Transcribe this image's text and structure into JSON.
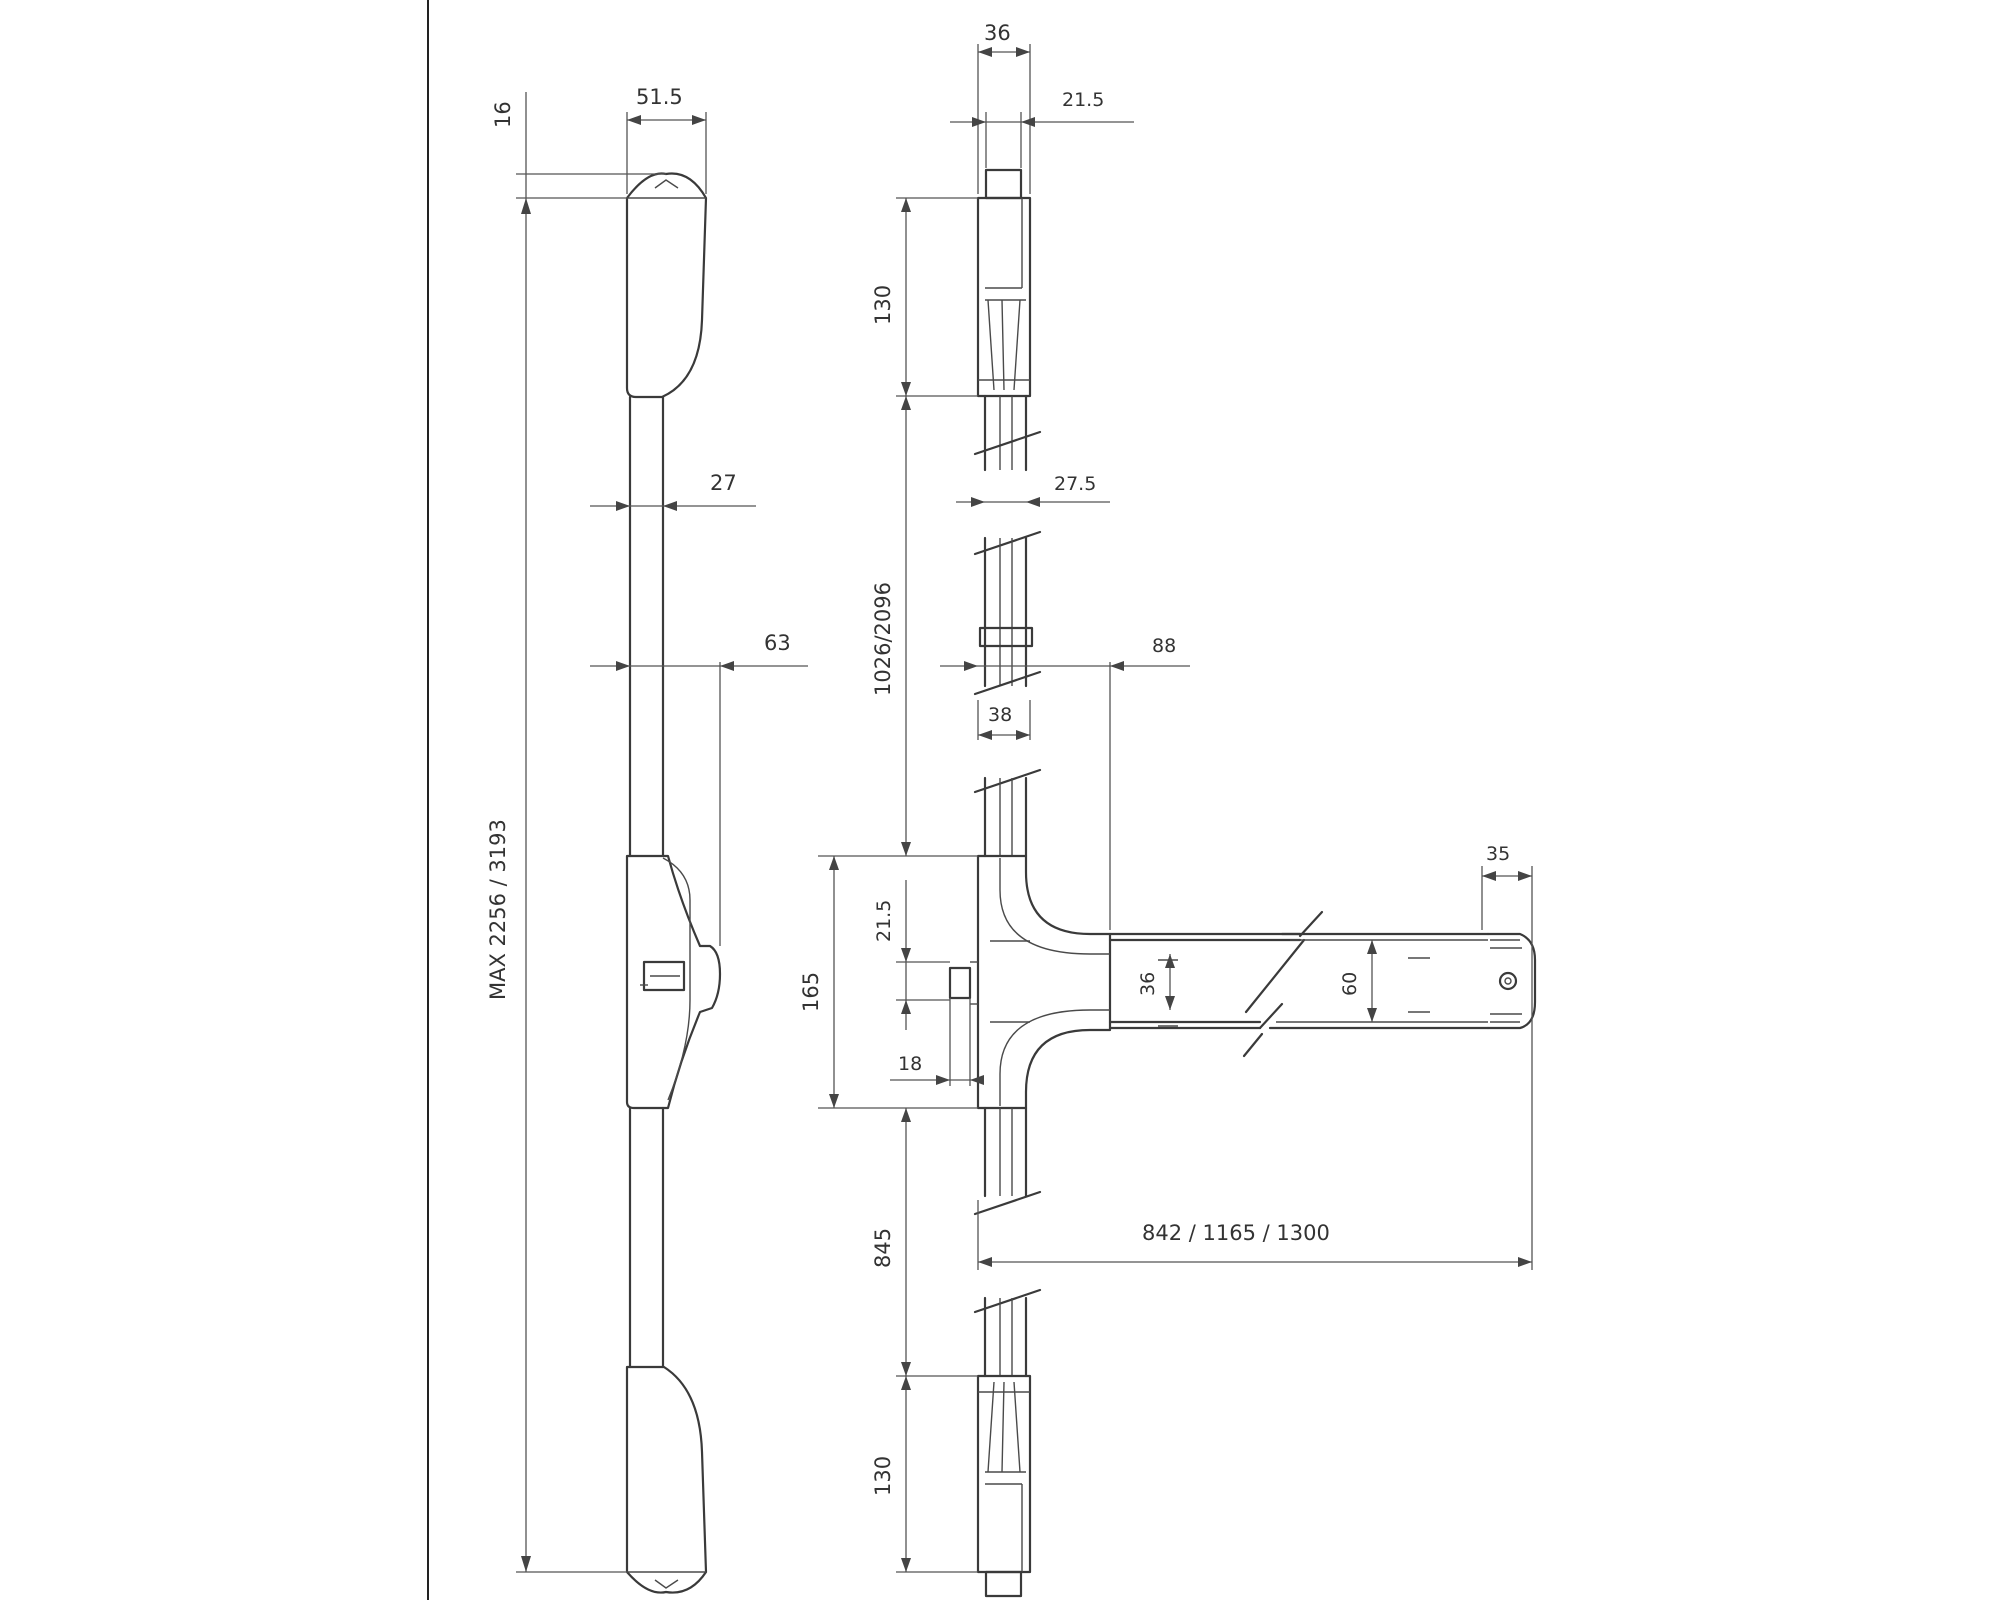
{
  "dimensions": {
    "front_view": {
      "height_total": "MAX 2256 / 3193",
      "head_height": "16",
      "head_width": "51.5",
      "rod_width": "27",
      "handle_depth": "63"
    },
    "side_view": {
      "top_width": "36",
      "pin_width": "21.5",
      "top_cap_height": "130",
      "rod_upper_length": "1026/2096",
      "rod_width": "27.5",
      "bar_depth": "88",
      "tee_width": "38",
      "body_height": "165",
      "slot_height": "21.5",
      "slot_offset": "18",
      "rod_lower_length": "845",
      "bottom_cap_height": "130",
      "handle_end_width": "35",
      "handle_inner_height": "36",
      "handle_outer_height": "60",
      "handle_length": "842 / 1165 / 1300"
    }
  },
  "colors": {
    "line": "#3a3a3a",
    "background": "#ffffff"
  }
}
